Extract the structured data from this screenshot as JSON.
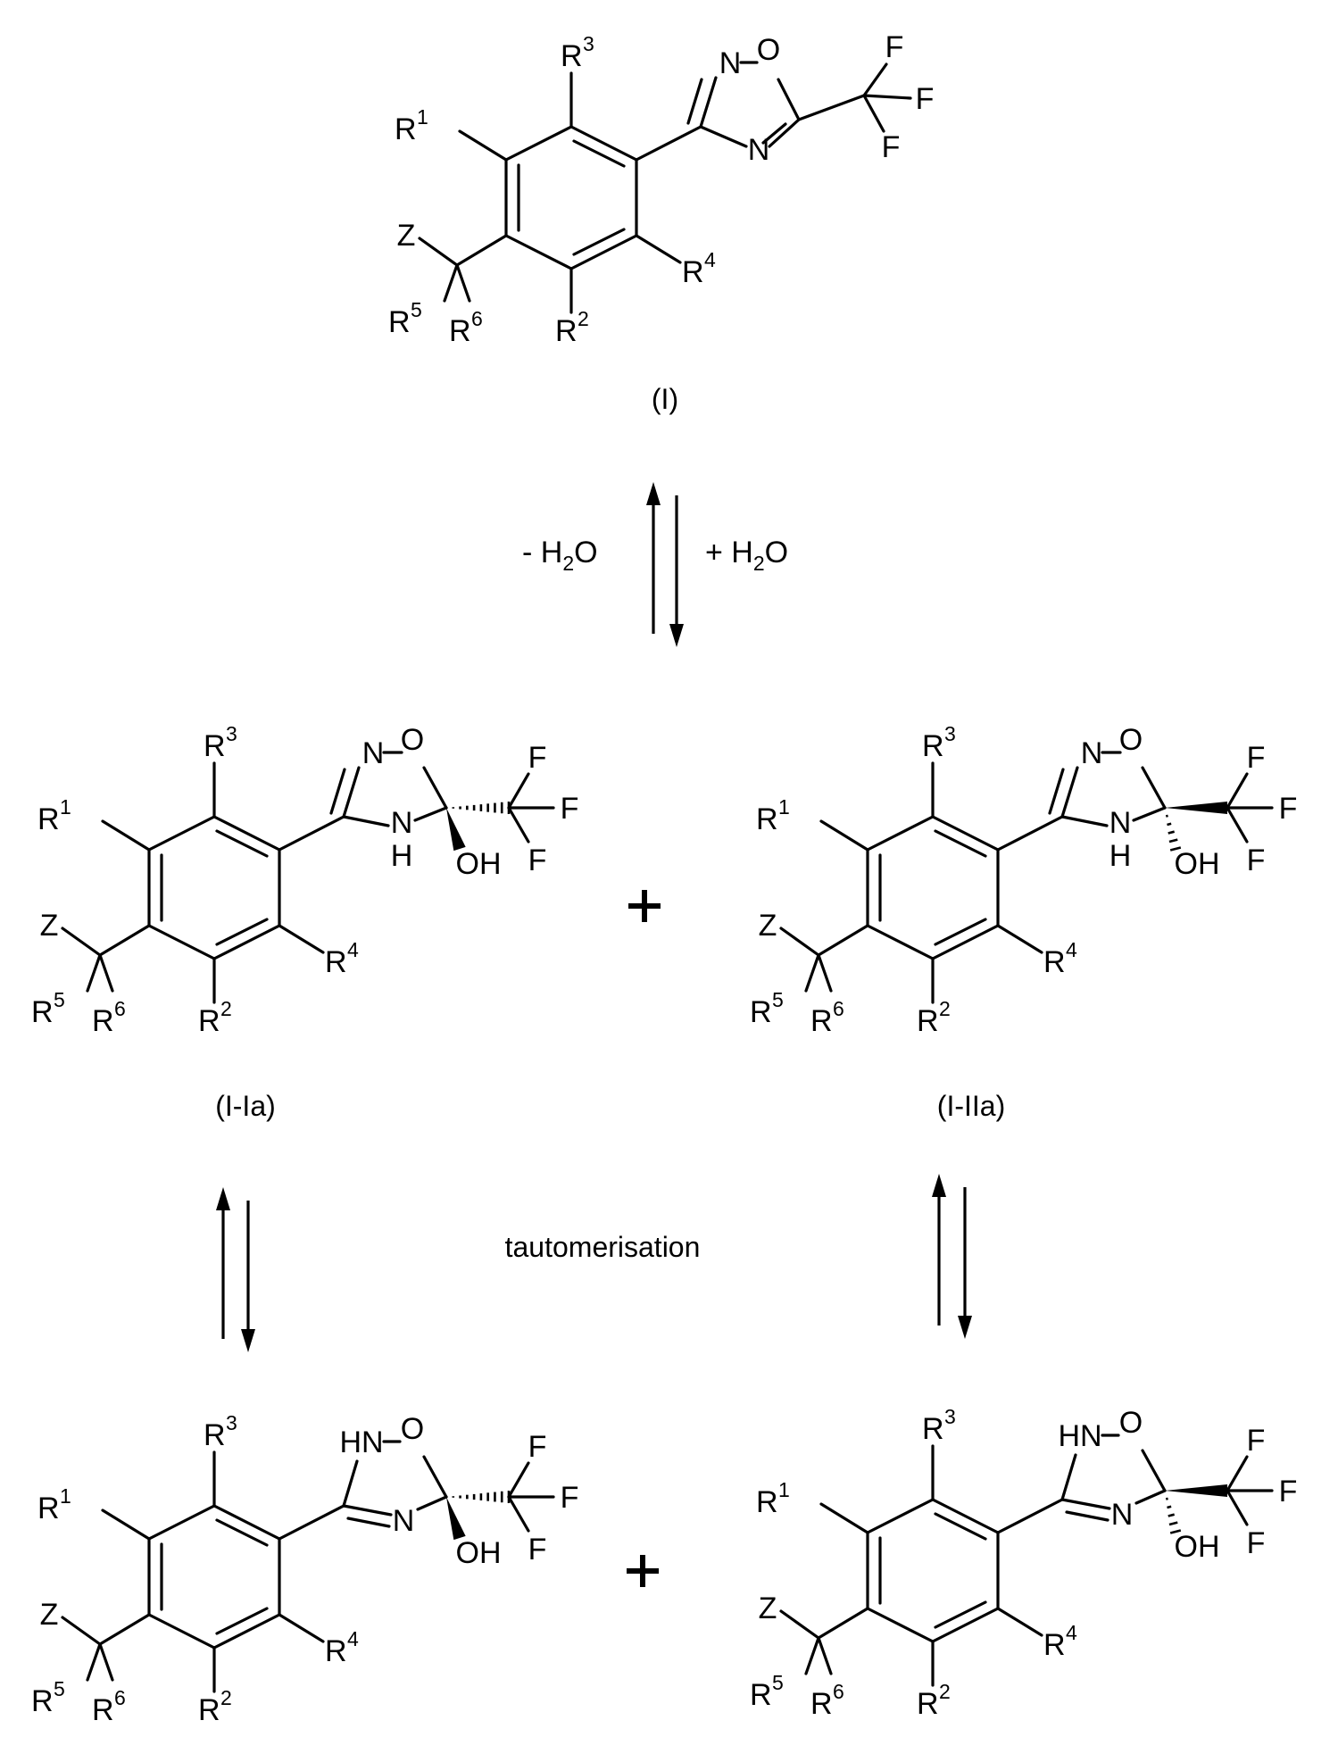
{
  "structures": [
    {
      "id": "I",
      "label": "(I)",
      "ring_atoms": [
        "O",
        "N",
        "N"
      ],
      "hydroxyl": "",
      "substituents": {
        "R1": "R",
        "R1_sup": "1",
        "R2": "R",
        "R2_sup": "2",
        "R3": "R",
        "R3_sup": "3",
        "R4": "R",
        "R4_sup": "4",
        "R5": "R",
        "R5_sup": "5",
        "R6": "R",
        "R6_sup": "6",
        "Z": "Z"
      },
      "cf3": [
        "F",
        "F",
        "F"
      ]
    },
    {
      "id": "I-Ia",
      "label": "(I-Ia)",
      "ring_atoms": [
        "O",
        "N",
        "N",
        "H"
      ],
      "hydroxyl": "OH",
      "stereo": "hashed-CF3 / wedged-OH",
      "substituents": {
        "R1": "R",
        "R1_sup": "1",
        "R2": "R",
        "R2_sup": "2",
        "R3": "R",
        "R3_sup": "3",
        "R4": "R",
        "R4_sup": "4",
        "R5": "R",
        "R5_sup": "5",
        "R6": "R",
        "R6_sup": "6",
        "Z": "Z"
      },
      "cf3": [
        "F",
        "F",
        "F"
      ]
    },
    {
      "id": "I-IIa",
      "label": "(I-IIa)",
      "ring_atoms": [
        "O",
        "N",
        "N",
        "H"
      ],
      "hydroxyl": "OH",
      "stereo": "wedged-CF3 / hashed-OH",
      "substituents": {
        "R1": "R",
        "R1_sup": "1",
        "R2": "R",
        "R2_sup": "2",
        "R3": "R",
        "R3_sup": "3",
        "R4": "R",
        "R4_sup": "4",
        "R5": "R",
        "R5_sup": "5",
        "R6": "R",
        "R6_sup": "6",
        "Z": "Z"
      },
      "cf3": [
        "F",
        "F",
        "F"
      ]
    },
    {
      "id": "tautomer-Ib",
      "label": "",
      "ring_atoms": [
        "O",
        "HN",
        "N"
      ],
      "hydroxyl": "OH",
      "stereo": "hashed-CF3 / wedged-OH",
      "substituents": {
        "R1": "R",
        "R1_sup": "1",
        "R2": "R",
        "R2_sup": "2",
        "R3": "R",
        "R3_sup": "3",
        "R4": "R",
        "R4_sup": "4",
        "R5": "R",
        "R5_sup": "5",
        "R6": "R",
        "R6_sup": "6",
        "Z": "Z"
      },
      "cf3": [
        "F",
        "F",
        "F"
      ]
    },
    {
      "id": "tautomer-IIb",
      "label": "",
      "ring_atoms": [
        "O",
        "HN",
        "N"
      ],
      "hydroxyl": "OH",
      "stereo": "wedged-CF3 / hashed-OH",
      "substituents": {
        "R1": "R",
        "R1_sup": "1",
        "R2": "R",
        "R2_sup": "2",
        "R3": "R",
        "R3_sup": "3",
        "R4": "R",
        "R4_sup": "4",
        "R5": "R",
        "R5_sup": "5",
        "R6": "R",
        "R6_sup": "6",
        "Z": "Z"
      },
      "cf3": [
        "F",
        "F",
        "F"
      ]
    }
  ],
  "reactions": {
    "hydration": {
      "minus_prefix": "- H",
      "plus_prefix": "+ H",
      "subscript": "2",
      "suffix": "O"
    },
    "tautomerisation": "tautomerisation",
    "plus_sign": "+"
  }
}
